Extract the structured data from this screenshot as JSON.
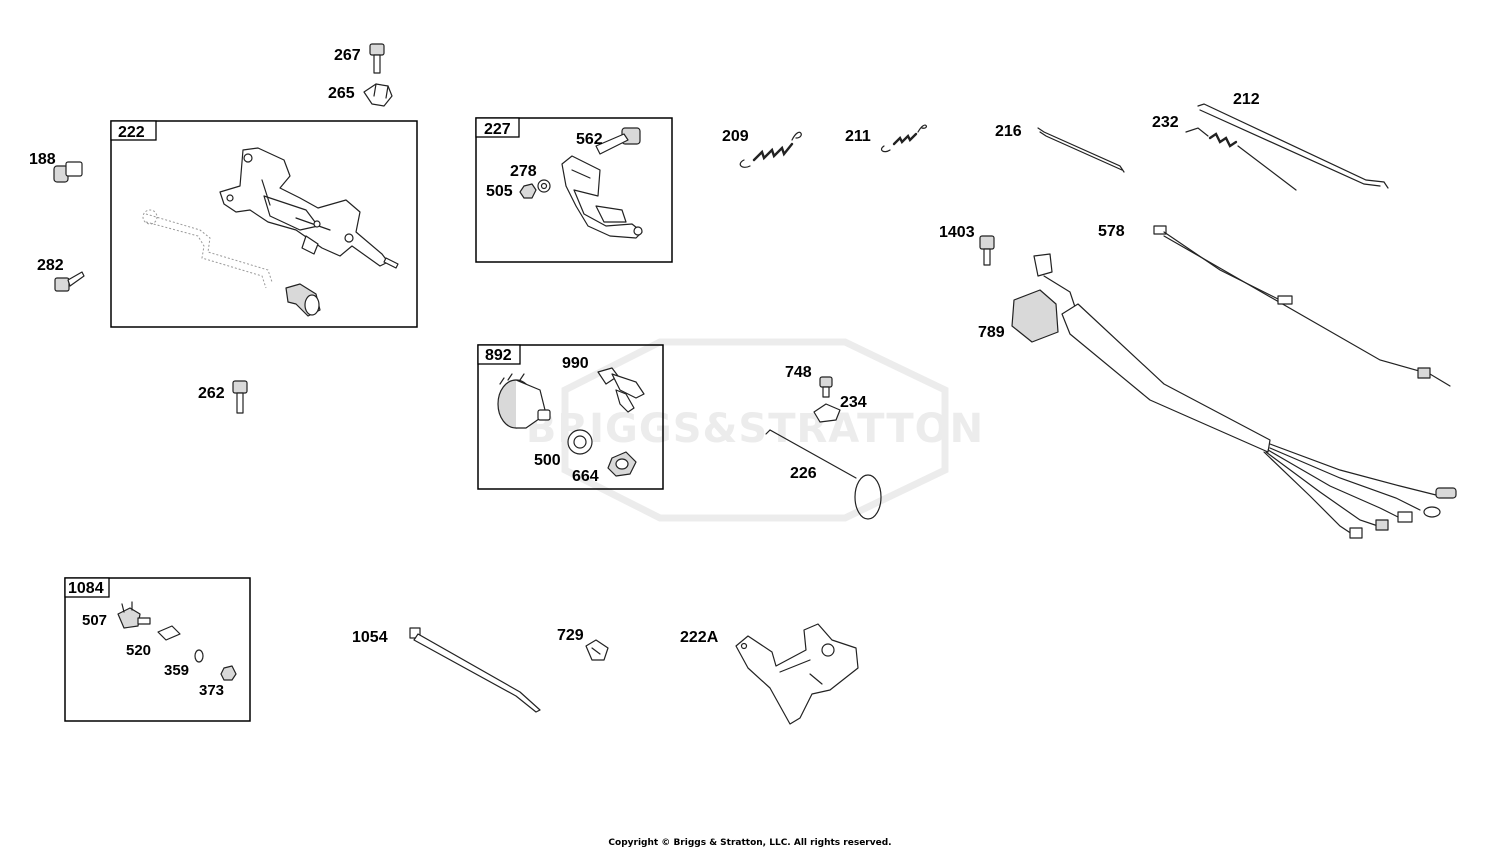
{
  "watermark": "BRIGGS&STRATTON",
  "copyright": "Copyright © Briggs & Stratton, LLC. All rights reserved.",
  "boxes": {
    "b222": "222",
    "b227": "227",
    "b892": "892",
    "b1084": "1084"
  },
  "labels": {
    "p267": "267",
    "p265": "265",
    "p188": "188",
    "p282": "282",
    "p262": "262",
    "p562": "562",
    "p278": "278",
    "p505": "505",
    "p990": "990",
    "p500": "500",
    "p664": "664",
    "p209": "209",
    "p211": "211",
    "p216": "216",
    "p212": "212",
    "p232": "232",
    "p1403": "1403",
    "p578": "578",
    "p789": "789",
    "p748": "748",
    "p234": "234",
    "p226": "226",
    "p507": "507",
    "p520": "520",
    "p359": "359",
    "p373": "373",
    "p1054": "1054",
    "p729": "729",
    "p222A": "222A"
  }
}
